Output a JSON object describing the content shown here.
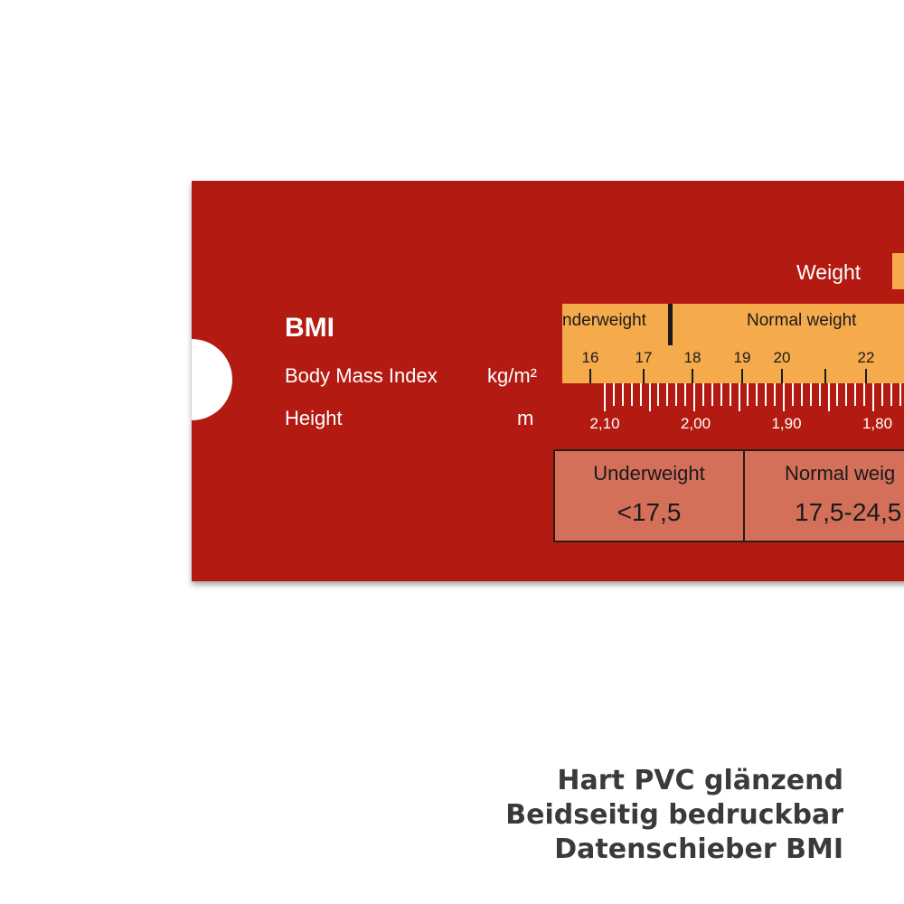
{
  "slider": {
    "title": "BMI",
    "bmi_label": "Body Mass Index",
    "bmi_unit": "kg/m²",
    "height_label": "Height",
    "height_unit": "m",
    "weight_label": "Weight",
    "strip_categories": [
      "nderweight",
      "Normal weight"
    ],
    "bmi_ticks": [
      "16",
      "17",
      "18",
      "19",
      "20",
      "22"
    ],
    "height_ticks": [
      "2,10",
      "2,00",
      "1,90",
      "1,80"
    ],
    "table": [
      {
        "category": "Underweight",
        "range": "<17,5"
      },
      {
        "category": "Normal weig",
        "range": "17,5-24,5"
      }
    ],
    "colors": {
      "body": "#b31b12",
      "strip": "#f5ab4c",
      "table": "#d4705a"
    }
  },
  "footer": {
    "lines": [
      "Hart PVC glänzend",
      "Beidseitig bedruckbar",
      "Datenschieber BMI"
    ]
  }
}
